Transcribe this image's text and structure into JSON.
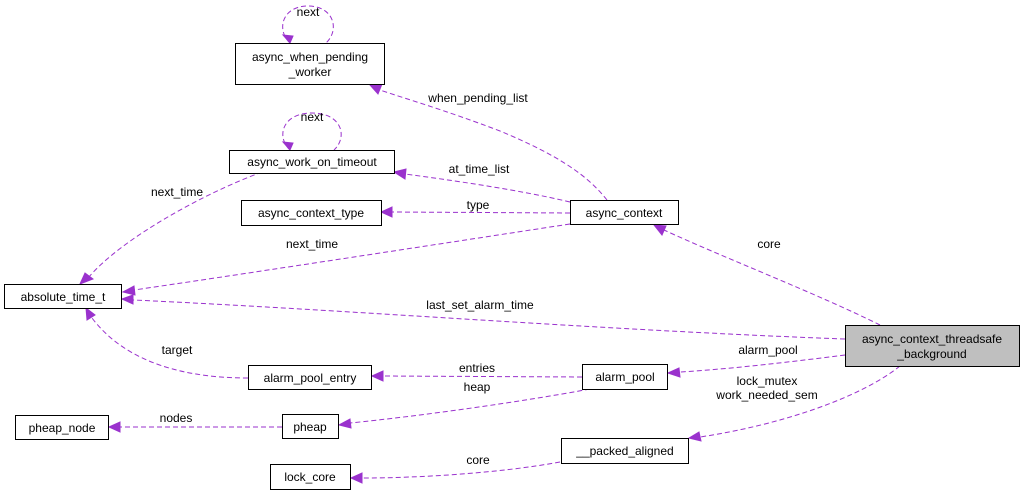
{
  "colors": {
    "edge": "#9a32cd",
    "highlight_fill": "#bfbfbf",
    "node_border": "#000000"
  },
  "nodes": {
    "when_pending_worker": {
      "lines": [
        "async_when_pending",
        "_worker"
      ]
    },
    "work_on_timeout": {
      "lines": [
        "async_work_on_timeout"
      ]
    },
    "context_type": {
      "lines": [
        "async_context_type"
      ]
    },
    "async_context": {
      "lines": [
        "async_context"
      ]
    },
    "absolute_time": {
      "lines": [
        "absolute_time_t"
      ]
    },
    "threadsafe": {
      "lines": [
        "async_context_threadsafe",
        "_background"
      ]
    },
    "alarm_pool_entry": {
      "lines": [
        "alarm_pool_entry"
      ]
    },
    "alarm_pool": {
      "lines": [
        "alarm_pool"
      ]
    },
    "pheap_node": {
      "lines": [
        "pheap_node"
      ]
    },
    "pheap": {
      "lines": [
        "pheap"
      ]
    },
    "packed_aligned": {
      "lines": [
        "__packed_aligned"
      ]
    },
    "lock_core": {
      "lines": [
        "lock_core"
      ]
    }
  },
  "edges": {
    "wpw_self": {
      "labels": [
        "next"
      ]
    },
    "wot_self": {
      "labels": [
        "next"
      ]
    },
    "when_pending_list": {
      "labels": [
        "when_pending_list"
      ]
    },
    "at_time_list": {
      "labels": [
        "at_time_list"
      ]
    },
    "type": {
      "labels": [
        "type"
      ]
    },
    "wot_next_time": {
      "labels": [
        "next_time"
      ]
    },
    "ctx_next_time": {
      "labels": [
        "next_time"
      ]
    },
    "last_set_alarm_time": {
      "labels": [
        "last_set_alarm_time"
      ]
    },
    "core_ctx": {
      "labels": [
        "core"
      ]
    },
    "target": {
      "labels": [
        "target"
      ]
    },
    "entries": {
      "labels": [
        "entries"
      ]
    },
    "alarm_pool": {
      "labels": [
        "alarm_pool"
      ]
    },
    "heap": {
      "labels": [
        "heap"
      ]
    },
    "nodes": {
      "labels": [
        "nodes"
      ]
    },
    "lock": {
      "labels": [
        "lock_mutex",
        "work_needed_sem"
      ]
    },
    "core_lock": {
      "labels": [
        "core"
      ]
    }
  }
}
